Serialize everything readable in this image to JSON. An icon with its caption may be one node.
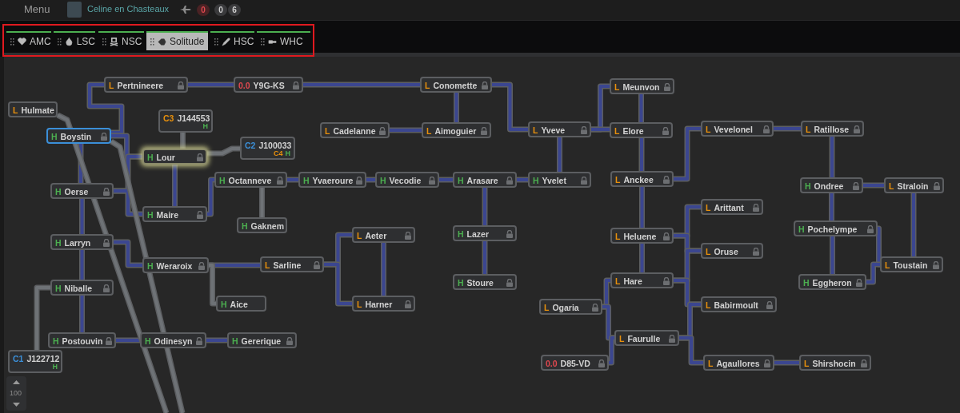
{
  "diagram": {
    "nodes": [
      {
        "text": [
          "L",
          "Hulmate"
        ]
      },
      {
        "text": [
          "L",
          "Pertnineere"
        ]
      },
      {
        "text": [
          "0.0",
          "Y9G-KS"
        ]
      },
      {
        "text": [
          "L",
          "Conomette"
        ]
      },
      {
        "text": [
          "C3",
          "J144553",
          "H"
        ]
      },
      {
        "text": [
          "H",
          "Boystin"
        ]
      },
      {
        "text": [
          "H",
          "Lour"
        ]
      },
      {
        "text": [
          "C2",
          "J100033",
          "C4",
          "H"
        ]
      },
      {
        "text": [
          "L",
          "Cadelanne"
        ]
      },
      {
        "text": [
          "L",
          "Aimoguier"
        ]
      },
      {
        "text": [
          "L",
          "Yveve"
        ]
      },
      {
        "text": [
          "L",
          "Meunvon"
        ]
      },
      {
        "text": [
          "L",
          "Elore"
        ]
      },
      {
        "text": [
          "L",
          "Vevelonel"
        ]
      },
      {
        "text": [
          "L",
          "Ratillose"
        ]
      },
      {
        "text": [
          "L",
          "Anckee"
        ]
      },
      {
        "text": [
          "H",
          "Octanneve"
        ]
      },
      {
        "text": [
          "H",
          "Yvaeroure"
        ]
      },
      {
        "text": [
          "H",
          "Vecodie"
        ]
      },
      {
        "text": [
          "H",
          "Arasare"
        ]
      },
      {
        "text": [
          "H",
          "Yvelet"
        ]
      },
      {
        "text": [
          "H",
          "Oerse"
        ]
      },
      {
        "text": [
          "H",
          "Ondree"
        ]
      },
      {
        "text": [
          "L",
          "Straloin"
        ]
      },
      {
        "text": [
          "H",
          "Maire"
        ]
      },
      {
        "text": [
          "H",
          "Gaknem"
        ]
      },
      {
        "text": [
          "L",
          "Arittant"
        ]
      },
      {
        "text": [
          "H",
          "Lazer"
        ]
      },
      {
        "text": [
          "L",
          "Aeter"
        ]
      },
      {
        "text": [
          "L",
          "Heluene"
        ]
      },
      {
        "text": [
          "H",
          "Pochelympe"
        ]
      },
      {
        "text": [
          "H",
          "Larryn"
        ]
      },
      {
        "text": [
          "L",
          "Oruse"
        ]
      },
      {
        "text": [
          "H",
          "Weraroix"
        ]
      },
      {
        "text": [
          "L",
          "Sarline"
        ]
      },
      {
        "text": [
          "L",
          "Toustain"
        ]
      },
      {
        "text": [
          "H",
          "Niballe"
        ]
      },
      {
        "text": [
          "L",
          "Hare"
        ]
      },
      {
        "text": [
          "H",
          "Eggheron"
        ]
      },
      {
        "text": [
          "H",
          "Stoure"
        ]
      },
      {
        "text": [
          "H",
          "Aice"
        ]
      },
      {
        "text": [
          "L",
          "Harner"
        ]
      },
      {
        "text": [
          "L",
          "Ogaria"
        ]
      },
      {
        "text": [
          "L",
          "Babirmoult"
        ]
      },
      {
        "text": [
          "L",
          "Faurulle"
        ]
      },
      {
        "text": [
          "H",
          "Postouvin"
        ]
      },
      {
        "text": [
          "H",
          "Odinesyn"
        ]
      },
      {
        "text": [
          "H",
          "Gererique"
        ]
      },
      {
        "text": [
          "C1",
          "J122712",
          "H"
        ]
      },
      {
        "text": [
          "0.0",
          "D85-VD"
        ]
      },
      {
        "text": [
          "L",
          "Agaullores"
        ]
      },
      {
        "text": [
          "L",
          "Shirshocin"
        ]
      }
    ],
    "edges": [
      {
        "from": 1,
        "to": 5,
        "arrow": "none"
      },
      {
        "from": 1,
        "to": 2,
        "arrow": "none"
      },
      {
        "from": 2,
        "to": 3,
        "arrow": "none"
      },
      {
        "from": 3,
        "to": 9,
        "arrow": "none"
      },
      {
        "from": 8,
        "to": 9,
        "arrow": "none"
      },
      {
        "from": 3,
        "to": 10,
        "arrow": "none"
      },
      {
        "from": 10,
        "to": 11,
        "arrow": "none"
      },
      {
        "from": 10,
        "to": 12,
        "arrow": "none"
      },
      {
        "from": 11,
        "to": 12,
        "arrow": "none"
      },
      {
        "from": 10,
        "to": 20,
        "arrow": "none"
      },
      {
        "from": 12,
        "to": 15,
        "arrow": "none"
      },
      {
        "from": 15,
        "to": 13,
        "arrow": "none"
      },
      {
        "from": 13,
        "to": 14,
        "arrow": "none"
      },
      {
        "from": 14,
        "to": 22,
        "arrow": "none"
      },
      {
        "from": 22,
        "to": 23,
        "arrow": "none"
      },
      {
        "from": 22,
        "to": 30,
        "arrow": "none"
      },
      {
        "from": 23,
        "to": 35,
        "arrow": "none"
      },
      {
        "from": 30,
        "to": 35,
        "arrow": "none"
      },
      {
        "from": 30,
        "to": 38,
        "arrow": "none"
      },
      {
        "from": 38,
        "to": 35,
        "arrow": "none"
      },
      {
        "from": 15,
        "to": 29,
        "arrow": "none"
      },
      {
        "from": 29,
        "to": 26,
        "arrow": "none"
      },
      {
        "from": 29,
        "to": 32,
        "arrow": "none"
      },
      {
        "from": 29,
        "to": 37,
        "arrow": "none"
      },
      {
        "from": 37,
        "to": 32,
        "arrow": "none"
      },
      {
        "from": 37,
        "to": 43,
        "arrow": "none"
      },
      {
        "from": 37,
        "to": 42,
        "arrow": "none"
      },
      {
        "from": 42,
        "to": 44,
        "arrow": "none"
      },
      {
        "from": 44,
        "to": 43,
        "arrow": "none"
      },
      {
        "from": 44,
        "to": 49,
        "arrow": "none"
      },
      {
        "from": 44,
        "to": 50,
        "arrow": "none"
      },
      {
        "from": 50,
        "to": 51,
        "arrow": "none"
      },
      {
        "from": 5,
        "to": 6,
        "arrow": "none"
      },
      {
        "from": 5,
        "to": 21,
        "arrow": "none"
      },
      {
        "from": 21,
        "to": 6,
        "arrow": "none"
      },
      {
        "from": 21,
        "to": 24,
        "arrow": "none"
      },
      {
        "from": 6,
        "to": 24,
        "arrow": "none"
      },
      {
        "from": 24,
        "to": 16,
        "arrow": "none"
      },
      {
        "from": 16,
        "to": 17,
        "arrow": "none"
      },
      {
        "from": 17,
        "to": 18,
        "arrow": "none"
      },
      {
        "from": 18,
        "to": 19,
        "arrow": "none"
      },
      {
        "from": 19,
        "to": 20,
        "arrow": "none"
      },
      {
        "from": 19,
        "to": 27,
        "arrow": "none"
      },
      {
        "from": 27,
        "to": 39,
        "arrow": "none"
      },
      {
        "from": 21,
        "to": 31,
        "arrow": "none"
      },
      {
        "from": 31,
        "to": 33,
        "arrow": "none"
      },
      {
        "from": 33,
        "to": 34,
        "arrow": "none"
      },
      {
        "from": 34,
        "to": 28,
        "arrow": "none"
      },
      {
        "from": 34,
        "to": 41,
        "arrow": "none"
      },
      {
        "from": 28,
        "to": 41,
        "arrow": "none"
      },
      {
        "from": 31,
        "to": 36,
        "arrow": "none"
      },
      {
        "from": 36,
        "to": 45,
        "arrow": "none"
      },
      {
        "from": 45,
        "to": 46,
        "arrow": "none"
      },
      {
        "from": 46,
        "to": 47,
        "arrow": "none"
      },
      {
        "from": 6,
        "to": 4,
        "arrow": "none",
        "color": "#6e7276"
      },
      {
        "from": 6,
        "to": 7,
        "arrow": "none",
        "color": "#6e7276"
      },
      {
        "from": 16,
        "to": 25,
        "arrow": "none",
        "color": "#6e7276"
      },
      {
        "from": 33,
        "to": 40,
        "arrow": "none",
        "color": "#6e7276"
      },
      {
        "from": 36,
        "to": 48,
        "arrow": "none",
        "color": "#6e7276"
      },
      {
        "from": 0,
        "to": null,
        "arrow": "none",
        "color": "#6e7276"
      },
      {
        "from": 5,
        "to": null,
        "arrow": "none",
        "color": "#6e7276"
      }
    ],
    "labels": [
      "Menu",
      "Celine en Chasteaux",
      "0",
      "0",
      "6",
      "AMC",
      "LSC",
      "NSC",
      "Solitude",
      "HSC",
      "WHC",
      "100"
    ]
  }
}
